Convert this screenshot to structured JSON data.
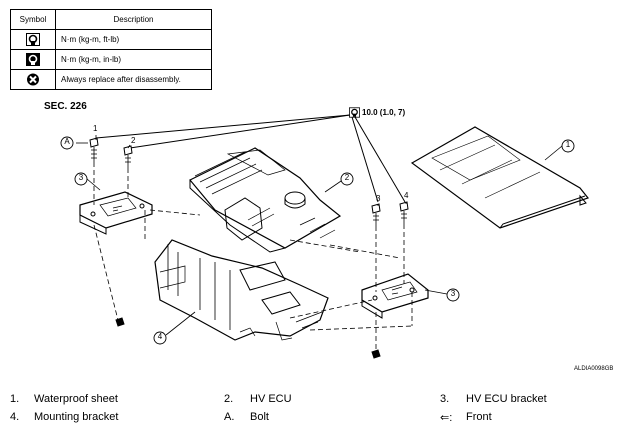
{
  "legend": {
    "header_symbol": "Symbol",
    "header_description": "Description",
    "rows": [
      {
        "icon": "torque-icon",
        "description": "N·m (kg-m, ft-lb)"
      },
      {
        "icon": "torque-icon",
        "description": "N·m (kg-m, in-lb)"
      },
      {
        "icon": "replace-icon",
        "description": "Always replace after disassembly."
      }
    ]
  },
  "section_code": "SEC. 226",
  "torque_value": "10.0 (1.0, 7)",
  "callouts": [
    "1",
    "2",
    "3",
    "4",
    "A"
  ],
  "figure_id": "ALDIA0098GB",
  "parts_list": [
    {
      "num": "1.",
      "name": "Waterproof sheet"
    },
    {
      "num": "2.",
      "name": "HV ECU"
    },
    {
      "num": "3.",
      "name": "HV ECU bracket"
    },
    {
      "num": "4.",
      "name": "Mounting bracket"
    },
    {
      "num": "A.",
      "name": "Bolt"
    },
    {
      "num": "⇐:",
      "name": "Front"
    }
  ]
}
